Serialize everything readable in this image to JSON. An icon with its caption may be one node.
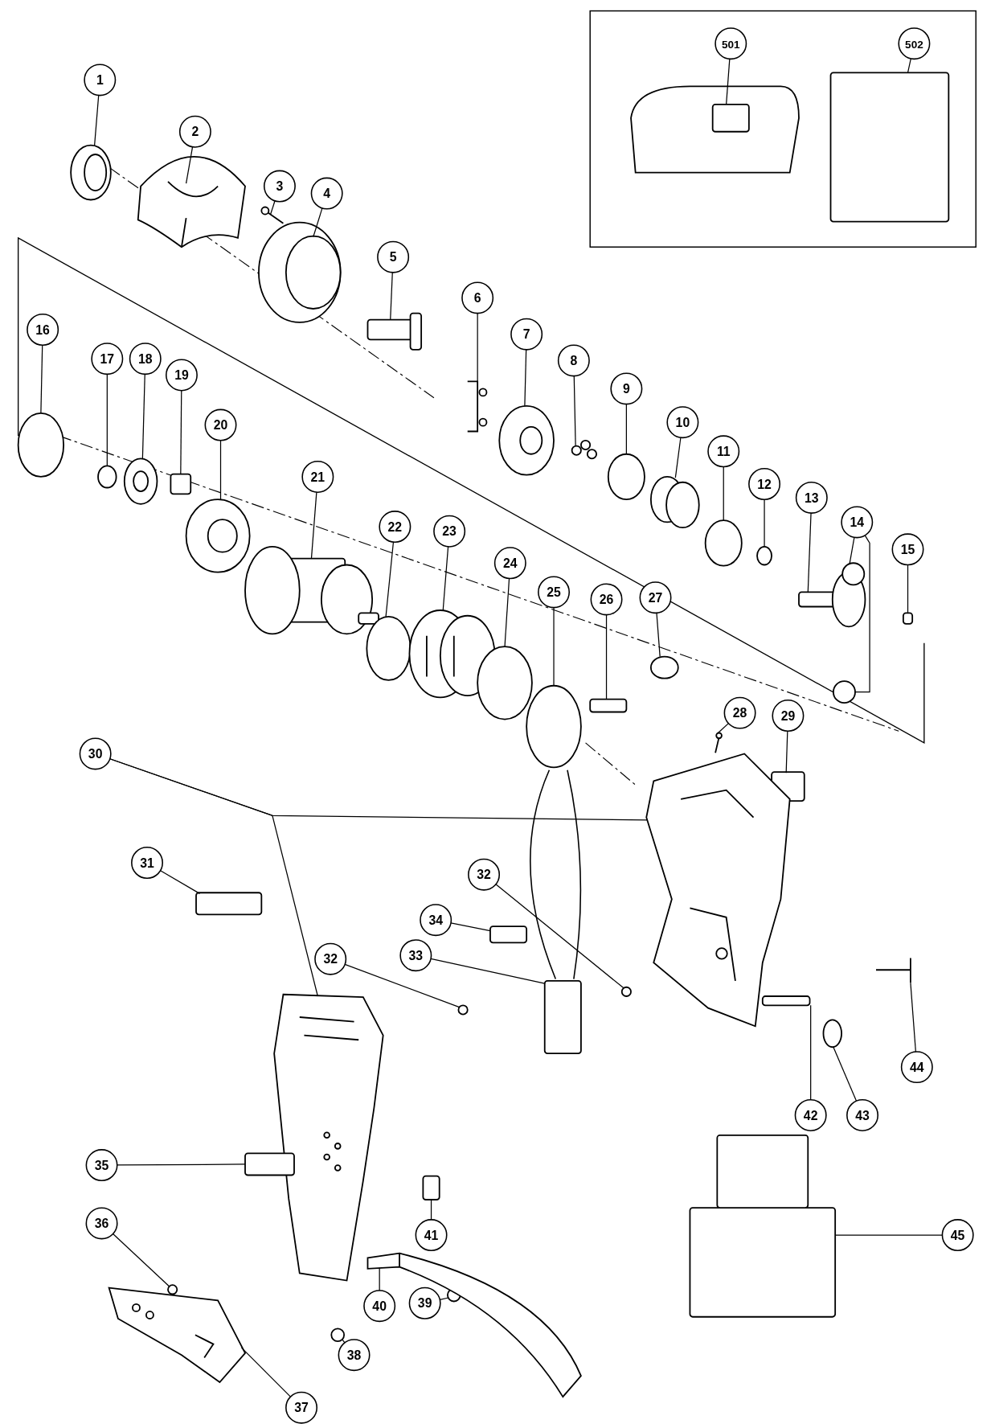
{
  "diagram": {
    "nodes": [
      {
        "text": [],
        "shape": "box"
      },
      {
        "text": [
          "501"
        ],
        "in": 0
      },
      {
        "text": [
          "502"
        ],
        "in": 0
      },
      {
        "text": [
          "1"
        ]
      },
      {
        "text": [
          "2"
        ]
      },
      {
        "text": [
          "3"
        ]
      },
      {
        "text": [
          "4"
        ]
      },
      {
        "text": [
          "5"
        ]
      },
      {
        "text": [
          "6"
        ]
      },
      {
        "text": [
          "7"
        ]
      },
      {
        "text": [
          "8"
        ]
      },
      {
        "text": [
          "9"
        ]
      },
      {
        "text": [
          "10"
        ]
      },
      {
        "text": [
          "11"
        ]
      },
      {
        "text": [
          "12"
        ]
      },
      {
        "text": [
          "13"
        ]
      },
      {
        "text": [
          "14"
        ]
      },
      {
        "text": [
          "15"
        ]
      },
      {
        "text": [
          "16"
        ]
      },
      {
        "text": [
          "17"
        ]
      },
      {
        "text": [
          "18"
        ]
      },
      {
        "text": [
          "19"
        ]
      },
      {
        "text": [
          "20"
        ]
      },
      {
        "text": [
          "21"
        ]
      },
      {
        "text": [
          "22"
        ]
      },
      {
        "text": [
          "23"
        ]
      },
      {
        "text": [
          "24"
        ]
      },
      {
        "text": [
          "25"
        ]
      },
      {
        "text": [
          "26"
        ]
      },
      {
        "text": [
          "27"
        ]
      },
      {
        "text": [
          "28"
        ]
      },
      {
        "text": [
          "29"
        ]
      },
      {
        "text": [
          "30"
        ]
      },
      {
        "text": [
          "31"
        ]
      },
      {
        "text": [
          "32"
        ]
      },
      {
        "text": [
          "32"
        ]
      },
      {
        "text": [
          "33"
        ]
      },
      {
        "text": [
          "34"
        ]
      },
      {
        "text": [
          "35"
        ]
      },
      {
        "text": [
          "36"
        ]
      },
      {
        "text": [
          "37"
        ]
      },
      {
        "text": [
          "38"
        ]
      },
      {
        "text": [
          "39"
        ]
      },
      {
        "text": [
          "40"
        ]
      },
      {
        "text": [
          "41"
        ]
      },
      {
        "text": [
          "42"
        ]
      },
      {
        "text": [
          "43"
        ]
      },
      {
        "text": [
          "44"
        ]
      },
      {
        "text": [
          "45"
        ]
      },
      {
        "text": [],
        "shape": "picture",
        "in": 0
      },
      {
        "text": [],
        "shape": "box",
        "in": 0
      },
      {
        "text": [],
        "shape": "circle"
      },
      {
        "text": [],
        "shape": "picture"
      },
      {
        "text": [],
        "shape": "picture"
      },
      {
        "text": [],
        "shape": "circle"
      },
      {
        "text": [],
        "shape": "picture"
      },
      {
        "text": [],
        "shape": "picture"
      },
      {
        "text": [],
        "shape": "circle"
      },
      {
        "text": [],
        "shape": "picture"
      },
      {
        "text": [],
        "shape": "circle"
      },
      {
        "text": [],
        "shape": "circle"
      },
      {
        "text": [],
        "shape": "circle"
      },
      {
        "text": [],
        "shape": "circle"
      },
      {
        "text": [],
        "shape": "picture"
      },
      {
        "text": [],
        "shape": "circle"
      },
      {
        "text": [],
        "shape": "circle"
      },
      {
        "text": [],
        "shape": "box"
      },
      {
        "text": [],
        "shape": "circle"
      },
      {
        "text": [],
        "shape": "circle"
      },
      {
        "text": [],
        "shape": "circle"
      },
      {
        "text": [],
        "shape": "box"
      },
      {
        "text": [],
        "shape": "circle"
      },
      {
        "text": [],
        "shape": "picture"
      },
      {
        "text": [],
        "shape": "circle"
      },
      {
        "text": [],
        "shape": "circle"
      },
      {
        "text": [],
        "shape": "circle"
      },
      {
        "text": [],
        "shape": "circle"
      },
      {
        "text": [],
        "shape": "box"
      },
      {
        "text": [],
        "shape": "circle"
      },
      {
        "text": [],
        "shape": "picture"
      },
      {
        "text": [],
        "shape": "box"
      },
      {
        "text": [],
        "shape": "picture"
      },
      {
        "text": [],
        "shape": "picture"
      },
      {
        "text": [],
        "shape": "box"
      },
      {
        "text": [],
        "shape": "circle"
      },
      {
        "text": [],
        "shape": "circle"
      },
      {
        "text": [],
        "shape": "box"
      },
      {
        "text": [],
        "shape": "box"
      },
      {
        "text": [],
        "shape": "box"
      },
      {
        "text": [],
        "shape": "circle"
      },
      {
        "text": [],
        "shape": "picture"
      },
      {
        "text": [],
        "shape": "circle"
      },
      {
        "text": [],
        "shape": "circle"
      },
      {
        "text": [],
        "shape": "picture"
      },
      {
        "text": [],
        "shape": "box"
      },
      {
        "text": [],
        "shape": "box"
      },
      {
        "text": [],
        "shape": "circle"
      },
      {
        "text": [],
        "shape": "picture"
      },
      {
        "text": [],
        "shape": "picture"
      }
    ],
    "edges": [
      {
        "from": 1,
        "to": 49,
        "arrow": "none"
      },
      {
        "from": 2,
        "to": 50,
        "arrow": "none"
      },
      {
        "from": 3,
        "to": 51,
        "arrow": "none"
      },
      {
        "from": 4,
        "to": 52,
        "arrow": "none"
      },
      {
        "from": 5,
        "to": 53,
        "arrow": "none"
      },
      {
        "from": 6,
        "to": 54,
        "arrow": "none"
      },
      {
        "from": 7,
        "to": 55,
        "arrow": "none"
      },
      {
        "from": 8,
        "to": 56,
        "arrow": "none"
      },
      {
        "from": 9,
        "to": 57,
        "arrow": "none"
      },
      {
        "from": 10,
        "to": 58,
        "arrow": "none"
      },
      {
        "from": 11,
        "to": 59,
        "arrow": "none"
      },
      {
        "from": 12,
        "to": 60,
        "arrow": "none"
      },
      {
        "from": 13,
        "to": 61,
        "arrow": "none"
      },
      {
        "from": 14,
        "to": 62,
        "arrow": "none"
      },
      {
        "from": 15,
        "to": 63,
        "arrow": "none"
      },
      {
        "from": 16,
        "to": 64,
        "arrow": "none"
      },
      {
        "from": 16,
        "to": 65,
        "arrow": "none"
      },
      {
        "from": 17,
        "to": 66,
        "arrow": "none"
      },
      {
        "from": 18,
        "to": 67,
        "arrow": "none"
      },
      {
        "from": 19,
        "to": 68,
        "arrow": "none"
      },
      {
        "from": 20,
        "to": 69,
        "arrow": "none"
      },
      {
        "from": 21,
        "to": 70,
        "arrow": "none"
      },
      {
        "from": 22,
        "to": 71,
        "arrow": "none"
      },
      {
        "from": 23,
        "to": 72,
        "arrow": "none"
      },
      {
        "from": 24,
        "to": 73,
        "arrow": "none"
      },
      {
        "from": 25,
        "to": 74,
        "arrow": "none"
      },
      {
        "from": 26,
        "to": 75,
        "arrow": "none"
      },
      {
        "from": 27,
        "to": 76,
        "arrow": "none"
      },
      {
        "from": 28,
        "to": 77,
        "arrow": "none"
      },
      {
        "from": 29,
        "to": 78,
        "arrow": "none"
      },
      {
        "from": 30,
        "to": 79,
        "arrow": "none"
      },
      {
        "from": 31,
        "to": 80,
        "arrow": "none"
      },
      {
        "from": 32,
        "to": 81,
        "arrow": "none"
      },
      {
        "from": 32,
        "to": 82,
        "arrow": "none"
      },
      {
        "from": 33,
        "to": 83,
        "arrow": "none"
      },
      {
        "from": 34,
        "to": 84,
        "arrow": "none"
      },
      {
        "from": 35,
        "to": 85,
        "arrow": "none"
      },
      {
        "from": 36,
        "to": 86,
        "arrow": "none"
      },
      {
        "from": 37,
        "to": 87,
        "arrow": "none"
      },
      {
        "from": 38,
        "to": 88,
        "arrow": "none"
      },
      {
        "from": 39,
        "to": 89,
        "arrow": "none"
      },
      {
        "from": 40,
        "to": 90,
        "arrow": "none"
      },
      {
        "from": 41,
        "to": 91,
        "arrow": "none"
      },
      {
        "from": 42,
        "to": 92,
        "arrow": "none"
      },
      {
        "from": 43,
        "to": 93,
        "arrow": "none"
      },
      {
        "from": 44,
        "to": 94,
        "arrow": "none"
      },
      {
        "from": 45,
        "to": 95,
        "arrow": "none"
      },
      {
        "from": 46,
        "to": 96,
        "arrow": "none"
      },
      {
        "from": 47,
        "to": 97,
        "arrow": "none"
      },
      {
        "from": 48,
        "to": 98,
        "arrow": "none"
      }
    ]
  }
}
